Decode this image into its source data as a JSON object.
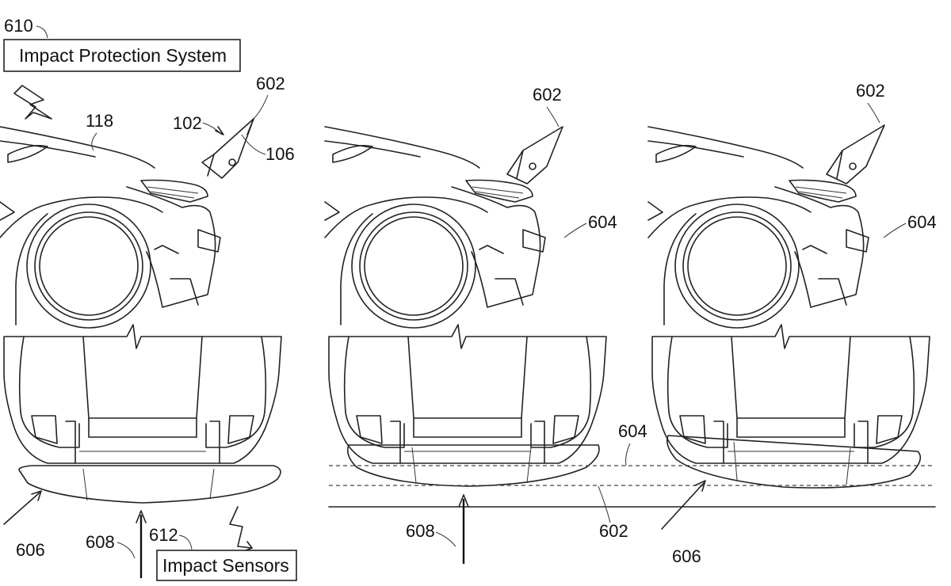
{
  "labels": {
    "system_box": "Impact Protection System",
    "sensors_box": "Impact Sensors",
    "ref_610": "610",
    "ref_612": "612",
    "ref_118": "118",
    "ref_102": "102",
    "ref_106": "106",
    "p1_ref_602": "602",
    "p1_ref_606": "606",
    "p1_ref_608": "608",
    "p2_ref_602_top": "602",
    "p2_ref_604_side": "604",
    "p2_ref_604_bottom": "604",
    "p2_ref_602_bottom": "602",
    "p2_ref_608": "608",
    "p3_ref_602_top": "602",
    "p3_ref_604_side": "604",
    "p3_ref_606": "606"
  },
  "icons": {
    "signal_icon": "lightning-bolt-icon"
  },
  "colors": {
    "line": "#222222",
    "background": "#ffffff"
  }
}
